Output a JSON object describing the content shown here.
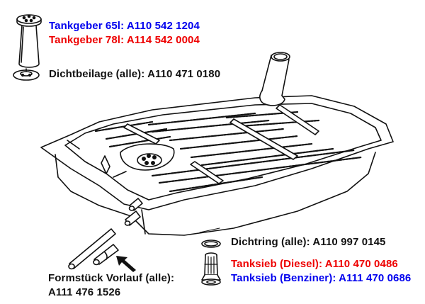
{
  "diagram": {
    "subject": "Fuel tank exploded view with part numbers",
    "colors": {
      "blue": "#0000ee",
      "red": "#ee0000",
      "black": "#111111"
    },
    "labels": {
      "tankgeber_65": {
        "text": "Tankgeber 65l: A110 542 1204",
        "color": "blue"
      },
      "tankgeber_78": {
        "text": "Tankgeber 78l: A114 542 0004",
        "color": "red"
      },
      "dichtbeilage": {
        "text": "Dichtbeilage (alle): A110 471 0180",
        "color": "black"
      },
      "dichtring": {
        "text": "Dichtring (alle): A110 997 0145",
        "color": "black"
      },
      "tanksieb_diesel": {
        "text": "Tanksieb (Diesel): A110 470 0486",
        "color": "red"
      },
      "tanksieb_benziner": {
        "text": "Tanksieb (Benziner): A111 470 0686",
        "color": "blue"
      },
      "formstueck_line1": {
        "text": "Formstück Vorlauf (alle):",
        "color": "black"
      },
      "formstueck_line2": {
        "text": "A111 476 1526",
        "color": "black"
      }
    },
    "parts": [
      "fuel-level-sender",
      "gasket",
      "fuel-tank",
      "filler-neck",
      "sealing-ring",
      "tank-strainer",
      "feed-hose-fitting",
      "pointer-arrow"
    ]
  }
}
